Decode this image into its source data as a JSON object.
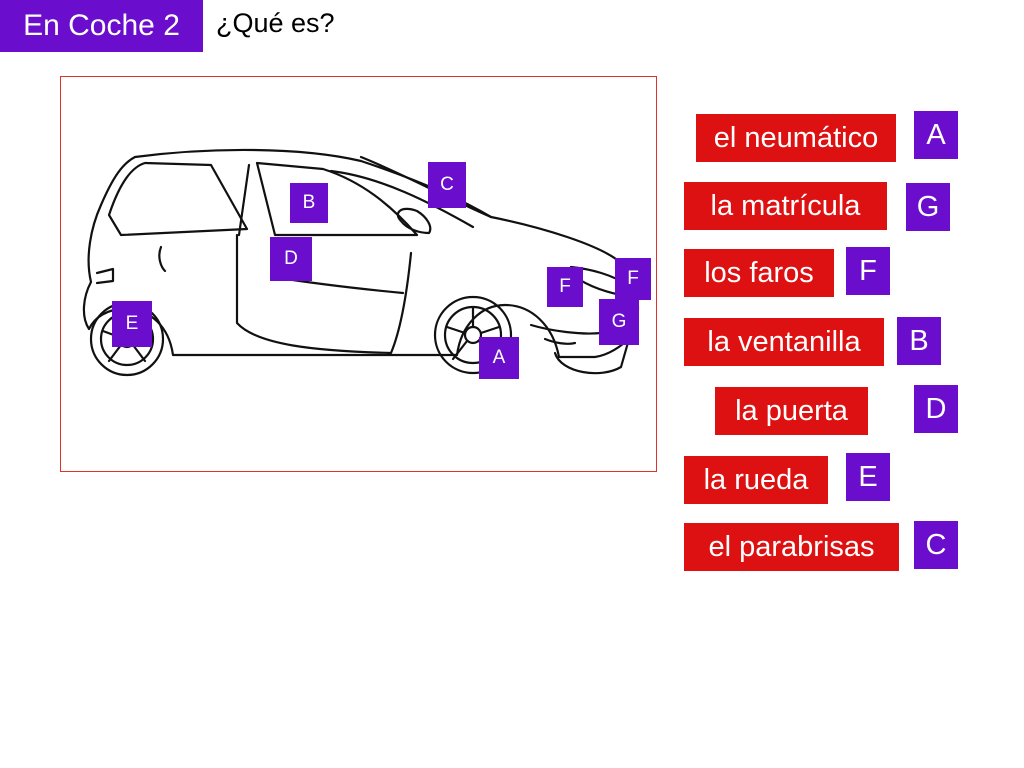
{
  "header": {
    "title": "En Coche 2",
    "question": "¿Qué es?",
    "title_color": "#6a0dcc"
  },
  "colors": {
    "term_bg": "#dd1111",
    "letter_bg": "#6a0dcc",
    "frame_border": "#e03030"
  },
  "diagram": {
    "markers": [
      "C",
      "B",
      "D",
      "F",
      "F",
      "E",
      "G",
      "A"
    ]
  },
  "matches": [
    {
      "term": "el neumático",
      "letter": "A"
    },
    {
      "term": "la matrícula",
      "letter": "G"
    },
    {
      "term": "los faros",
      "letter": "F"
    },
    {
      "term": "la ventanilla",
      "letter": "B"
    },
    {
      "term": "la puerta",
      "letter": "D"
    },
    {
      "term": "la rueda",
      "letter": "E"
    },
    {
      "term": "el parabrisas",
      "letter": "C"
    }
  ]
}
